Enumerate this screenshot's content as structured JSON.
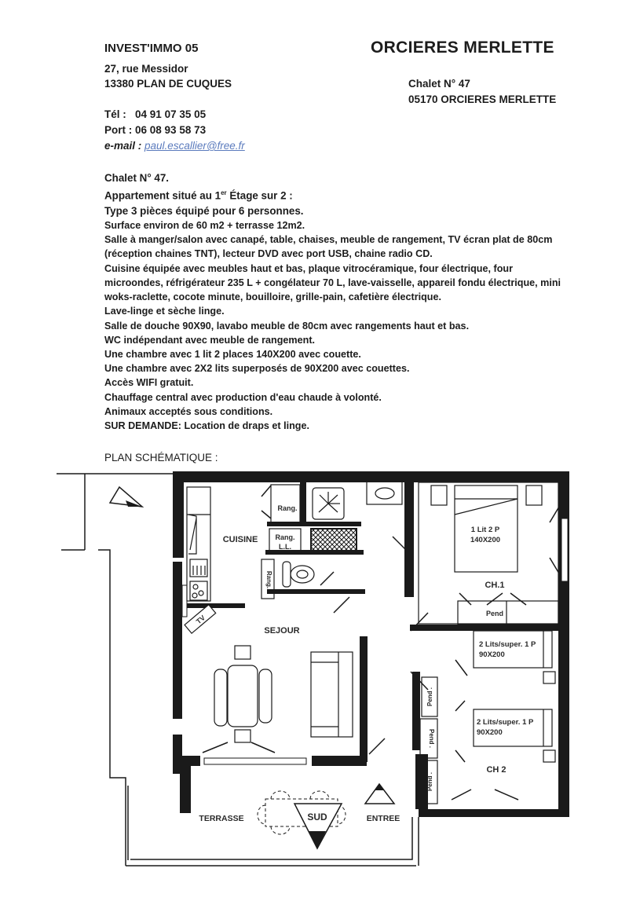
{
  "agency": {
    "name": "INVEST'IMMO  05",
    "street": "27, rue Messidor",
    "city": "13380 PLAN DE CUQUES",
    "phone_label": "Tél :",
    "phone": "04 91 07 35 05",
    "mobile_label": "Port :",
    "mobile": "06 08 93 58 73",
    "email_label": "e-mail :",
    "email": "paul.escallier@free.fr"
  },
  "property": {
    "title": "ORCIERES  MERLETTE",
    "chalet": "Chalet N° 47",
    "city": "05170 ORCIERES MERLETTE"
  },
  "description": {
    "heading": "Chalet N° 47.",
    "floor_prefix": "Appartement situé au 1",
    "floor_sup": "er",
    "floor_suffix": " Étage sur 2 :",
    "type": "Type 3 pièces équipé pour 6 personnes.",
    "lines": [
      "Surface environ de 60 m2 + terrasse 12m2.",
      "Salle à manger/salon avec canapé, table, chaises, meuble de rangement, TV écran plat de 80cm",
      "(réception chaines TNT), lecteur DVD avec port USB, chaine radio CD.",
      "Cuisine équipée avec meubles haut et bas, plaque vitrocéramique, four électrique, four",
      "microondes, réfrigérateur 235 L + congélateur 70 L, lave-vaisselle, appareil fondu électrique, mini",
      "woks-raclette, cocote minute, bouilloire, grille-pain, cafetière électrique.",
      "Lave-linge et sèche linge.",
      "Salle de douche 90X90, lavabo meuble de 80cm avec rangements haut et bas.",
      "WC indépendant avec meuble de rangement.",
      "Une chambre avec 1 lit 2 places 140X200 avec couette.",
      "Une chambre avec 2X2 lits superposés de 90X200 avec couettes.",
      "Accès WIFI gratuit.",
      "Chauffage central avec production d'eau chaude à volonté.",
      "Animaux acceptés sous conditions.",
      "SUR DEMANDE: Location de draps et linge."
    ]
  },
  "plan": {
    "title": "PLAN SCHÉMATIQUE :",
    "labels": {
      "cuisine": "CUISINE",
      "sejour": "SEJOUR",
      "rang1": "Rang.",
      "rang_ll_1": "Rang.",
      "rang_ll_2": "L.L.",
      "rang_wc": "Rang.",
      "tv": "TV",
      "ch1": "CH.1",
      "bed1_line1": "1 Lit 2 P",
      "bed1_line2": "140X200",
      "pend_ch1": "Pend",
      "bed2_line1": "2 Lits/super. 1 P",
      "bed2_line2": "90X200",
      "bed3_line1": "2 Lits/super. 1 P",
      "bed3_line2": "90X200",
      "ch2": "CH 2",
      "pend_a": "Pend .",
      "pend_b": "Pend .",
      "pend_c": "Pend .",
      "terrasse": "TERRASSE",
      "sud": "SUD",
      "entree": "ENTREE"
    }
  }
}
